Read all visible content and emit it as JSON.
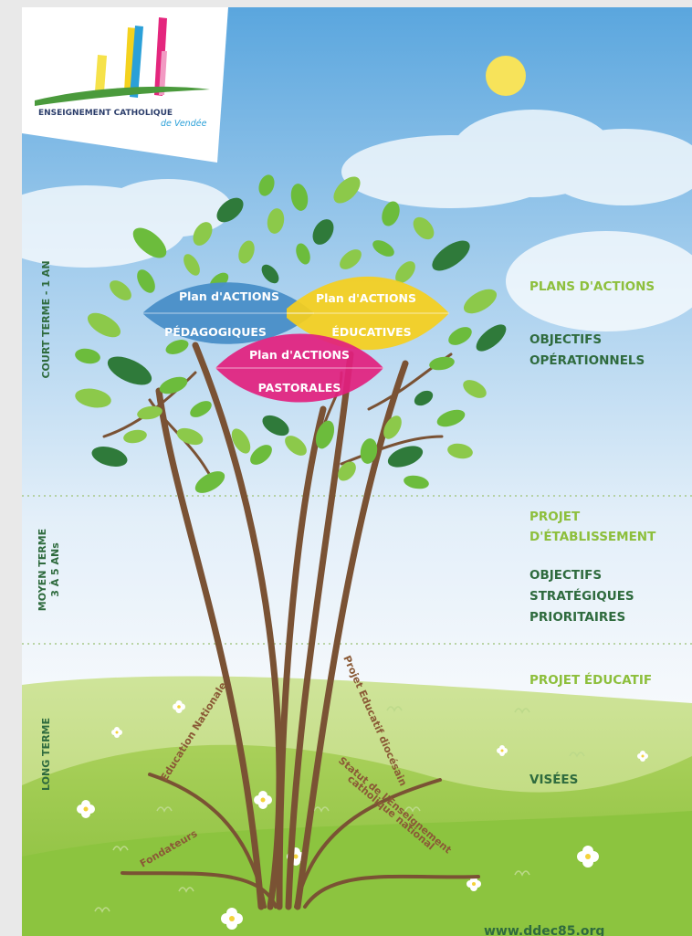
{
  "logo": {
    "line1": "ENSEIGNEMENT CATHOLIQUE",
    "line2": "de Vendée"
  },
  "leaves": {
    "blue": {
      "line1": "Plan d'ACTIONS",
      "line2": "PÉDAGOGIQUES"
    },
    "yellow": {
      "line1": "Plan d'ACTIONS",
      "line2": "ÉDUCATIVES"
    },
    "pink": {
      "line1": "Plan d'ACTIONS",
      "line2": "PASTORALES"
    }
  },
  "timeframes": {
    "short": "COURT TERME - 1 AN",
    "medium_line1": "MOYEN TERME",
    "medium_line2": "3 À 5 ANs",
    "long": "LONG TERME"
  },
  "right_labels": {
    "plans": "PLANS D'ACTIONS",
    "objectifs_op_1": "OBJECTIFS",
    "objectifs_op_2": "OPÉRATIONNELS",
    "projet_etab_1": "PROJET",
    "projet_etab_2": "D'ÉTABLISSEMENT",
    "objectifs_strat_1": "OBJECTIFS",
    "objectifs_strat_2": "STRATÉGIQUES",
    "objectifs_strat_3": "PRIORITAIRES",
    "projet_educatif": "PROJET ÉDUCATIF",
    "visees": "VISÉES"
  },
  "roots": {
    "education_nationale": "Education Nationale",
    "projet_educatif_diocesain": "Projet Educatif diocésain",
    "fondateurs": "Fondateurs",
    "statut_line1": "Statut de l'Enseignement",
    "statut_line2": "catholique national"
  },
  "website": "www.ddec85.org",
  "colors": {
    "green_label": "#8dbf3c",
    "dark_green": "#2f6b3e",
    "blue_leaf": "#4a90c8",
    "yellow_leaf": "#f6cf1c",
    "pink_leaf": "#e21f7e",
    "trunk": "#7a5234",
    "sun": "#f7e35a"
  }
}
